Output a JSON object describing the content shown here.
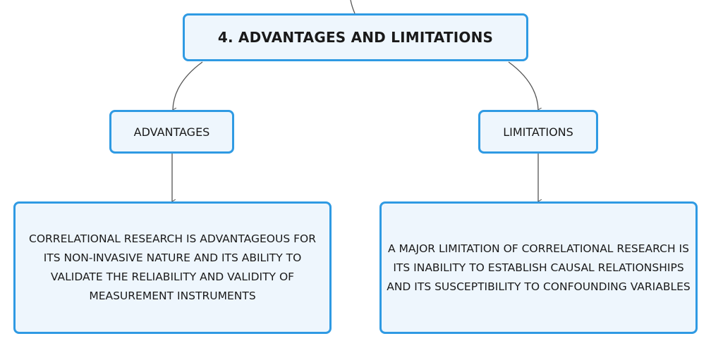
{
  "diagram": {
    "root": {
      "label": "4. ADVANTAGES AND LIMITATIONS"
    },
    "branches": [
      {
        "label": "ADVANTAGES",
        "detail": "CORRELATIONAL RESEARCH IS ADVANTAGEOUS FOR ITS NON-INVASIVE NATURE AND ITS ABILITY TO VALIDATE THE RELIABILITY AND VALIDITY OF MEASUREMENT INSTRUMENTS"
      },
      {
        "label": "LIMITATIONS",
        "detail": "A MAJOR LIMITATION OF CORRELATIONAL RESEARCH IS ITS INABILITY TO ESTABLISH CAUSAL RELATIONSHIPS AND ITS SUSCEPTIBILITY TO CONFOUNDING VARIABLES"
      }
    ]
  },
  "colors": {
    "node_border": "#2f9ae3",
    "node_fill": "#eef6fd",
    "connector": "#555555",
    "text": "#1a1a1a"
  }
}
